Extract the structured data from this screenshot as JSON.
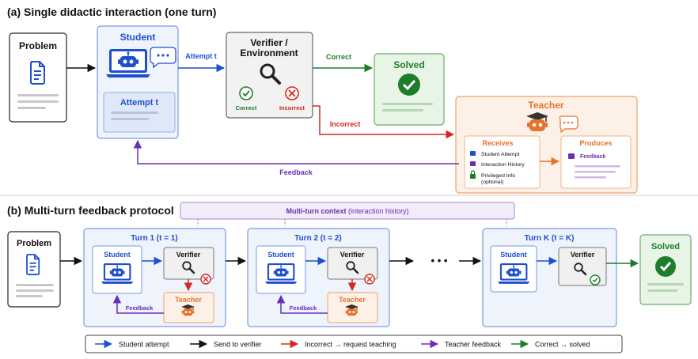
{
  "section_a": {
    "title": "(a)  Single didactic interaction (one turn)",
    "problem": "Problem",
    "student": "Student",
    "attempt_box": "Attempt t",
    "attempt_arrow": "Attempt t",
    "verifier_line1": "Verifier /",
    "verifier_line2": "Environment",
    "correct_small": "Correct",
    "incorrect_small": "Incorrect",
    "correct_arrow": "Correct",
    "incorrect_arrow": "Incorrect",
    "solved": "Solved",
    "teacher": "Teacher",
    "receives": "Receives",
    "receives_items": [
      "Student Attempt",
      "Interaction History",
      "Privileged Info",
      "(optional)"
    ],
    "produces": "Produces",
    "produces_item": "Feedback",
    "feedback_arrow": "Feedback"
  },
  "section_b": {
    "title": "(b)  Multi-turn feedback protocol",
    "context_bold": "Multi-turn context",
    "context_normal": " (interaction history)",
    "problem": "Problem",
    "turns": [
      {
        "label": "Turn 1 (t = 1)",
        "student": "Student",
        "verifier": "Verifier",
        "teacher": "Teacher",
        "feedback": "Feedback"
      },
      {
        "label": "Turn 2 (t = 2)",
        "student": "Student",
        "verifier": "Verifier",
        "teacher": "Teacher",
        "feedback": "Feedback"
      },
      {
        "label": "Turn K (t = K)",
        "student": "Student",
        "verifier": "Verifier"
      }
    ],
    "ellipsis": "• • •",
    "solved": "Solved"
  },
  "legend": [
    {
      "label": "Student attempt",
      "color": "#1f4fd0"
    },
    {
      "label": "Send to verifier",
      "color": "#111111"
    },
    {
      "label": "Incorrect → request teaching",
      "color": "#d7261e"
    },
    {
      "label": "Teacher feedback",
      "color": "#6a2fb5"
    },
    {
      "label": "Correct → solved",
      "color": "#1e7d2a"
    }
  ],
  "colors": {
    "blue": "#1f4fd0",
    "black": "#111111",
    "red": "#d7261e",
    "purple": "#6a2fb5",
    "green": "#1e7d2a",
    "orange": "#e9722a"
  },
  "icons": [
    "document-icon",
    "robot-icon",
    "magnifier-icon",
    "check-icon",
    "x-icon",
    "chat-bubble-icon",
    "graduation-cap-icon",
    "lock-icon"
  ]
}
